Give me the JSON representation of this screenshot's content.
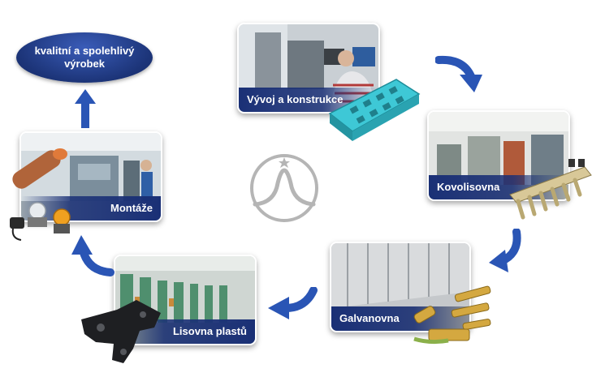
{
  "goal": {
    "text": "kvalitní a spolehlivý výrobek"
  },
  "stages": {
    "vyvoj": "Vývoj a konstrukce",
    "kovolisovna": "Kovolisovna",
    "galvanovna": "Galvanovna",
    "lisovna": "Lisovna plastů",
    "montaze": "Montáže"
  },
  "colors": {
    "caption_bg": "#1a3076",
    "arrow": "#2a55b5",
    "logo": "#b5b5b5"
  }
}
